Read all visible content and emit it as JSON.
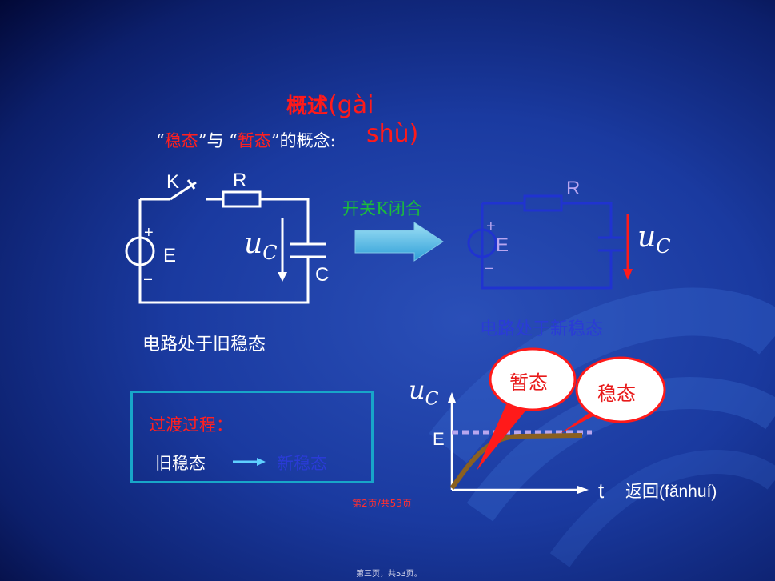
{
  "colors": {
    "accent_red": "#ff1a1a",
    "title_green": "#1bbd3a",
    "new_state_blue": "#2a3bd6",
    "box_border": "#18a6c9"
  },
  "title": {
    "main": "概述",
    "pinyin_line1": "(gài",
    "pinyin_line2": "shù)"
  },
  "subtitle": {
    "q1": "“",
    "steady": "稳态",
    "q2": "”与 “",
    "transient": "暂态",
    "q3": "”的概念:"
  },
  "circuit_old": {
    "switch": "K",
    "resistor": "R",
    "source": "E",
    "plus": "+",
    "minus": "–",
    "capacitor": "C",
    "voltage_u": "u",
    "voltage_sub": "C"
  },
  "circuit_new": {
    "resistor": "R",
    "source": "E",
    "plus": "+",
    "minus": "–",
    "voltage_u": "u",
    "voltage_sub": "C"
  },
  "arrow_text": "开关K闭合",
  "caption_old": "电路处于旧稳态",
  "caption_new": "电路处于新稳态",
  "process_box": {
    "title": "过渡过程：",
    "from": "旧稳态",
    "to": "新稳态"
  },
  "graph": {
    "y_u": "u",
    "y_sub": "C",
    "x_label": "t",
    "level_label": "E"
  },
  "bubbles": {
    "transient": "暂态",
    "steady": "稳态"
  },
  "return_link": "返回(fǎnhuí)",
  "page_indicator": "第2页/共53页",
  "footer": "第三页，共53页。"
}
